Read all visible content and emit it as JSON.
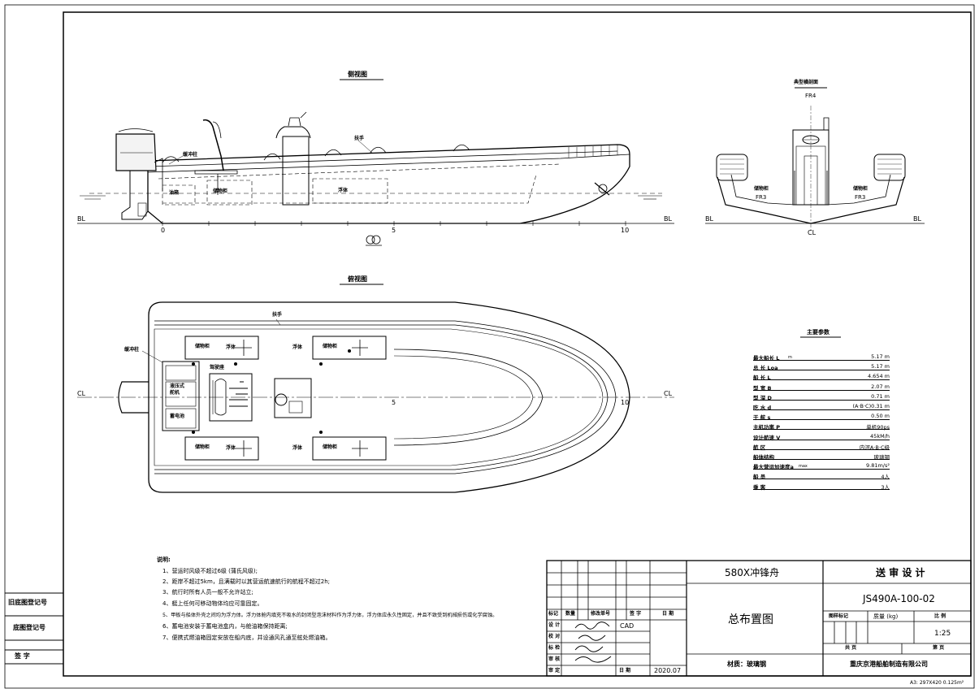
{
  "side_view": {
    "title": "侧视图",
    "bl": "BL",
    "ticks": [
      "0",
      "5",
      "10"
    ],
    "labels": {
      "buffer": "缓冲柱",
      "handrail": "扶手",
      "storage": "储物柜",
      "tank": "油箱",
      "float": "浮体"
    }
  },
  "section_view": {
    "title": "典型横剖面",
    "frame": "FR4",
    "frame_label": "FR3",
    "storage": "储物柜",
    "bl": "BL",
    "cl": "CL"
  },
  "plan_view": {
    "title": "俯视图",
    "cl": "CL",
    "ticks": [
      "5",
      "10"
    ],
    "labels": {
      "handrail": "扶手",
      "buffer": "缓冲柱",
      "storage": "储物柜",
      "float": "浮体",
      "seat": "驾驶座",
      "recess": "液压式\n舵机",
      "battery": "蓄电池"
    }
  },
  "specs": {
    "title": "主要参数",
    "rows": [
      {
        "label": "最大船长 L",
        "sub": "m",
        "value": "5.17 m"
      },
      {
        "label": "总 长 Loa",
        "sub": "",
        "value": "5.17 m"
      },
      {
        "label": "船 长 L",
        "sub": "",
        "value": "4.654 m"
      },
      {
        "label": "型 宽 B",
        "sub": "",
        "value": "2.07 m"
      },
      {
        "label": "型 深 D",
        "sub": "",
        "value": "0.71 m"
      },
      {
        "label": "吃 水 d",
        "sub": "",
        "value": "(A·B·C)0.31 m"
      },
      {
        "label": "干 舷 s",
        "sub": "",
        "value": "0.50 m"
      },
      {
        "label": "主机功率 P",
        "sub": "",
        "value": "单机90ps"
      },
      {
        "label": "设计航速 V",
        "sub": "",
        "value": "45kM/h"
      },
      {
        "label": "航 区",
        "sub": "",
        "value": "内河A·B·C级"
      },
      {
        "label": "船体结构",
        "sub": "",
        "value": "玻璃钢"
      },
      {
        "label": "最大营运加速度a",
        "sub": "max",
        "value": "9.81m/s²"
      },
      {
        "label": "船 员",
        "sub": "",
        "value": "4人"
      },
      {
        "label": "乘 客",
        "sub": "",
        "value": "3人"
      }
    ]
  },
  "notes": {
    "title": "说明:",
    "items": [
      "1、营运时风级不超过6级 (蒲氏风级);",
      "2、距岸不超过5km，且满载时以其营运航速航行的航程不超过2h;",
      "3、航行时所有人员一般不允许站立;",
      "4、艇上任何可移动物体均应可靠固定。",
      "5、甲板与船体外壳之间均为浮力体。浮力体舱内填充不吸水的封闭型泡沫材料作为浮力体，浮力体应永久性固定，并且不致受到机械损伤或化学腐蚀。",
      "6、蓄电池安装于蓄电池盒内，与舱油箱保持距离;",
      "7、便携式燃油箱固定安放在船内底，并设通风孔通至舷处燃油箱。"
    ]
  },
  "margin_labels": [
    "旧底图登记号",
    "底图登记号",
    "签 字"
  ],
  "title_block": {
    "project": "580X冲锋舟",
    "stage": "送 审 设 计",
    "drawing_no": "JS490A-100-02",
    "drawing_name": "总布置图",
    "material": "材质：玻璃钢",
    "company": "重庆京港船舶制造有限公司",
    "header_labels": [
      "标记",
      "数量",
      "修改单号",
      "签 字",
      "日 期"
    ],
    "role_labels": [
      "设 计",
      "校 对",
      "标 检",
      "审 核",
      "审 定"
    ],
    "cad": "CAD",
    "date_label": "日 期",
    "date": "2020.07",
    "stage_mark": "图样标记",
    "weight": "质量 (kg)",
    "scale_label": "比 例",
    "scale": "1:25",
    "sheets_total": "共 页",
    "sheet_no": "第 页",
    "format": "A3: 297X420 0.125m²"
  }
}
